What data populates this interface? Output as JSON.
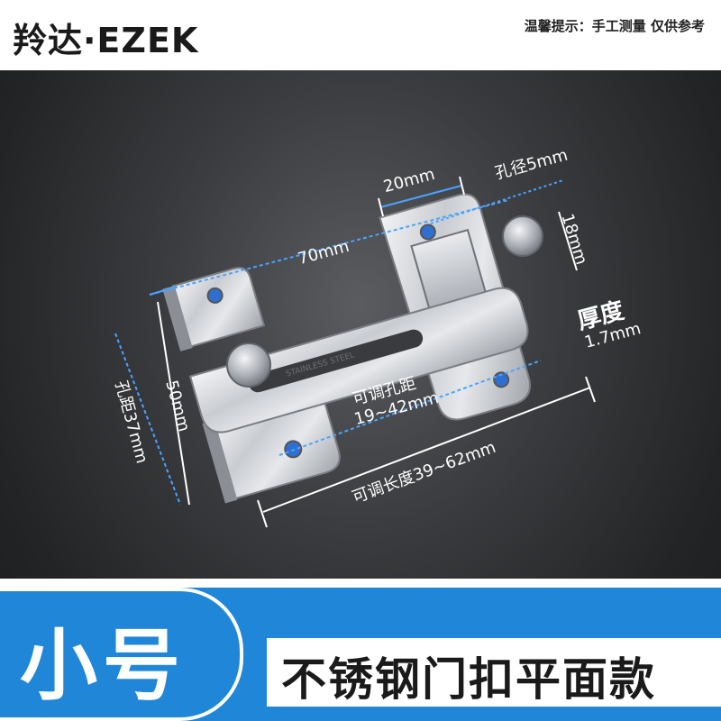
{
  "header": {
    "brand": "羚达·EZEK",
    "tip": "温馨提示：手工测量 仅供参考"
  },
  "dimensions": {
    "width_top": "20mm",
    "hole_diameter": "孔径5mm",
    "height_top": "18mm",
    "thickness_label": "厚度",
    "thickness_value": "1.7mm",
    "length": "70mm",
    "height_side": "50mm",
    "hole_spacing": "孔距37mm",
    "adjustable_hole": "可调孔距",
    "adjustable_hole_range": "19~42mm",
    "adjustable_length": "可调长度39~62mm",
    "stamp": "STAINLESS STEEL"
  },
  "footer": {
    "size_label": "小号",
    "product_name": "不锈钢门扣平面款"
  },
  "colors": {
    "accent": "#1f86d8",
    "dimension_line": "#4aa3ff"
  }
}
